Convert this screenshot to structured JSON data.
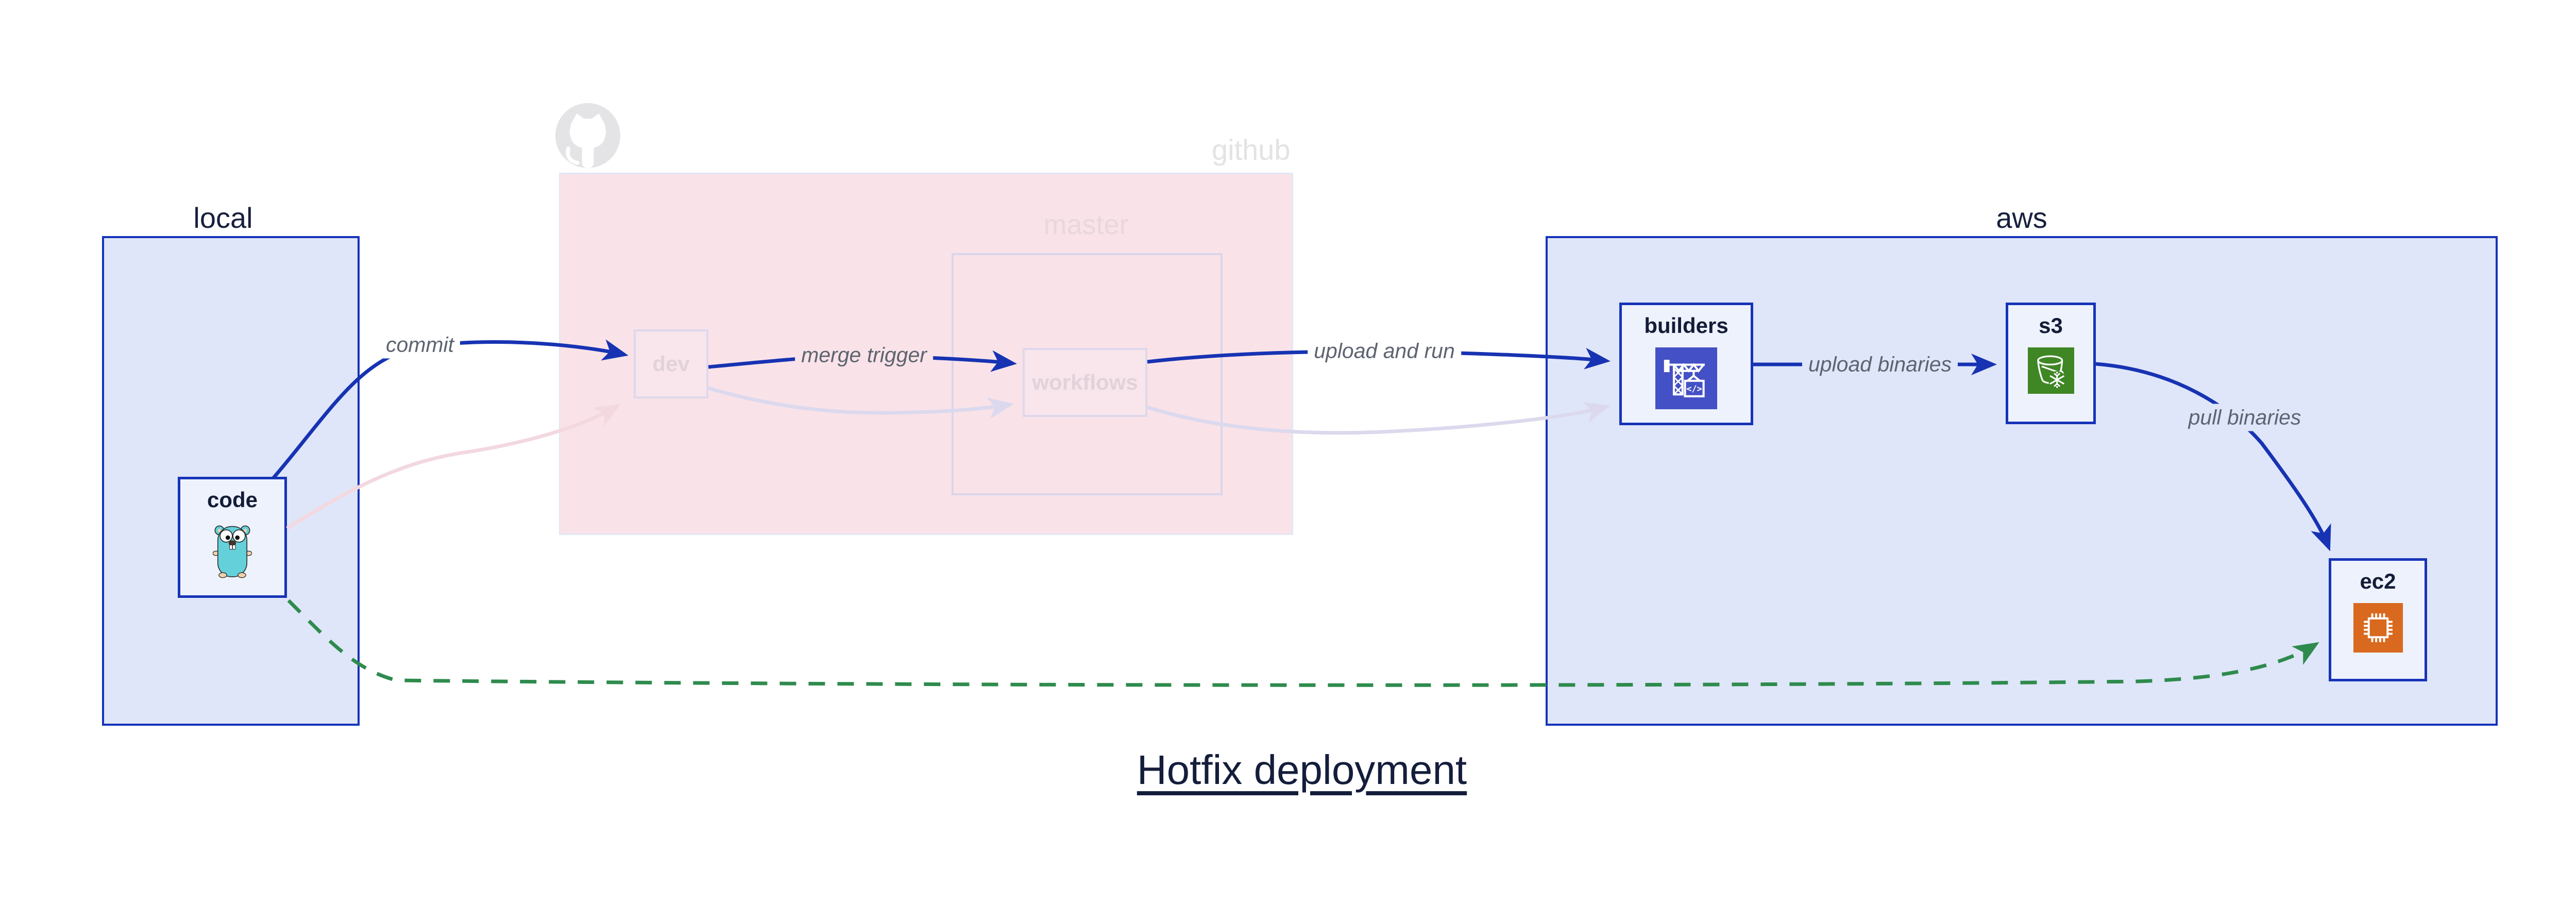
{
  "title": "Hotfix deployment",
  "regions": {
    "local": {
      "label": "local"
    },
    "github": {
      "label": "github",
      "sub_region": {
        "label": "master"
      }
    },
    "aws": {
      "label": "aws"
    }
  },
  "nodes": {
    "code": {
      "label": "code",
      "icon": "go-gopher-icon"
    },
    "dev": {
      "label": "dev"
    },
    "workflows": {
      "label": "workflows"
    },
    "builders": {
      "label": "builders",
      "icon": "aws-codebuild-icon",
      "icon_glyph": "</>"
    },
    "s3": {
      "label": "s3",
      "icon": "aws-s3-glacier-bucket-icon"
    },
    "ec2": {
      "label": "ec2",
      "icon": "aws-ec2-chip-icon"
    }
  },
  "edges": [
    {
      "id": "commit",
      "from": "code",
      "to": "dev",
      "label": "commit",
      "style": "solid",
      "color": "#1733b3"
    },
    {
      "id": "merge-trigger",
      "from": "dev",
      "to": "workflows",
      "label": "merge trigger",
      "style": "solid",
      "color": "#1733b3"
    },
    {
      "id": "upload-and-run",
      "from": "workflows",
      "to": "builders",
      "label": "upload and run",
      "style": "solid",
      "color": "#1733b3"
    },
    {
      "id": "upload-binaries",
      "from": "builders",
      "to": "s3",
      "label": "upload binaries",
      "style": "solid",
      "color": "#1733b3"
    },
    {
      "id": "pull-binaries",
      "from": "s3",
      "to": "ec2",
      "label": "pull binaries",
      "style": "solid",
      "color": "#1733b3"
    },
    {
      "id": "hotfix-path",
      "from": "code",
      "to": "ec2",
      "label": "",
      "style": "dashed",
      "color": "#2e8b4d"
    },
    {
      "id": "faded-commit",
      "from": "code",
      "to": "dev",
      "label": "",
      "style": "faded",
      "color": "#f3d8e0"
    },
    {
      "id": "faded-merge",
      "from": "dev",
      "to": "workflows",
      "label": "",
      "style": "faded",
      "color": "#dcd9ee"
    },
    {
      "id": "faded-upload",
      "from": "workflows",
      "to": "builders",
      "label": "",
      "style": "faded",
      "color": "#dcd9ee"
    }
  ],
  "colors": {
    "container_border": "#1634b8",
    "container_fill": "#dfe6f9",
    "node_fill": "#eef2fc",
    "github_region_fill": "#f9e3e8",
    "ghost_border": "#ded8ec",
    "edge_blue": "#1733b3",
    "edge_green": "#2e8b4d",
    "edge_label_text": "#5d6470",
    "title_text": "#141d3b",
    "codebuild_icon_bg": "#4450c5",
    "s3_icon_bg": "#3f8624",
    "ec2_icon_bg": "#d9691e",
    "gopher_body": "#63d0da"
  }
}
